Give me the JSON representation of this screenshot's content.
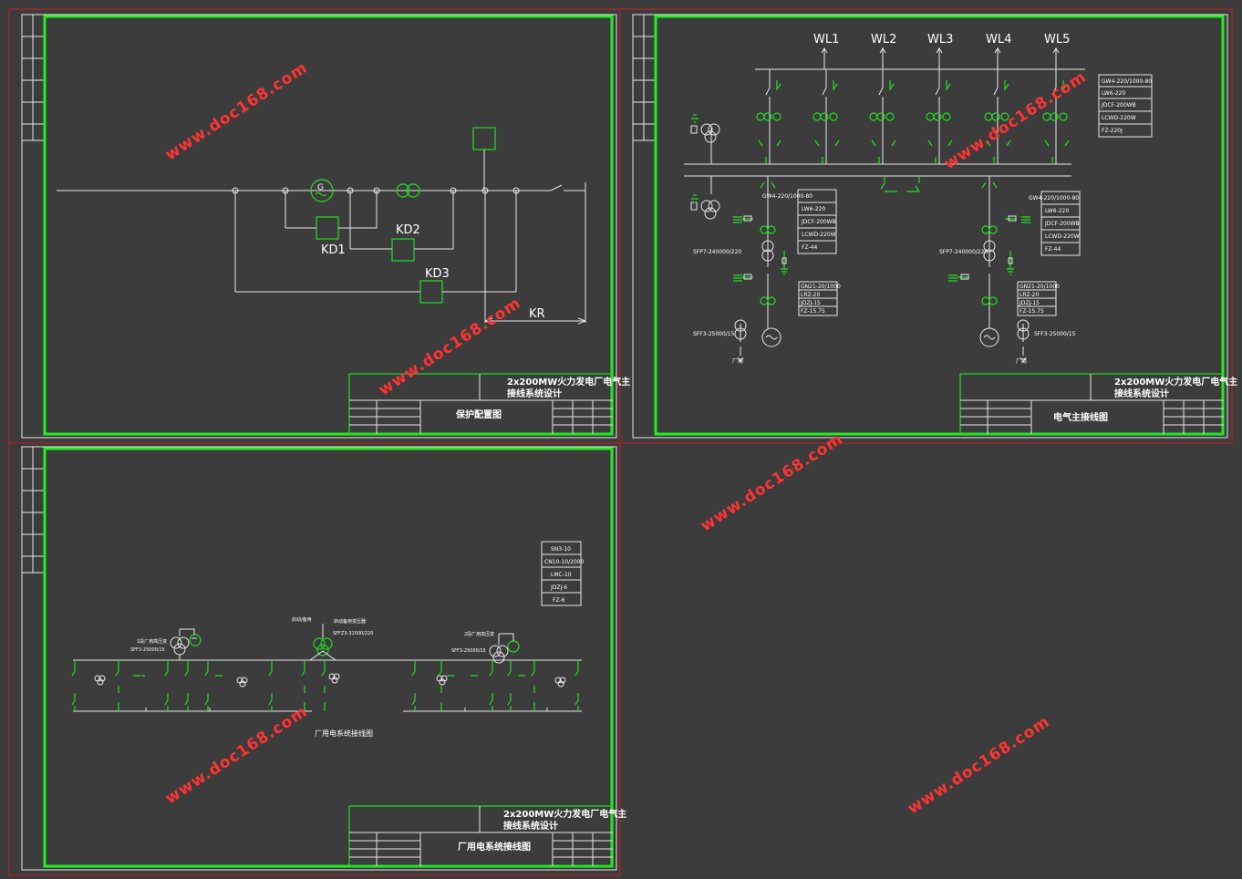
{
  "watermark": "www.doc168.com",
  "sheet1": {
    "labels": {
      "kd1": "KD1",
      "kd2": "KD2",
      "kd3": "KD3",
      "kr": "KR",
      "gen": "G"
    },
    "title_block": {
      "project": "2x200MW火力发电厂电气主",
      "project2": "接线系统设计",
      "drawing": "保护配置图"
    }
  },
  "sheet2": {
    "feeders": [
      "WL1",
      "WL2",
      "WL3",
      "WL4",
      "WL5"
    ],
    "equip_right": [
      "GW4-220/1000-80",
      "LW6-220",
      "JDCF-200WB",
      "LCWD-220W",
      "FZ-220J"
    ],
    "equip_mid_left": [
      "GW4-220/1000-80",
      "LW6-220",
      "JDCF-200WB",
      "LCWD-220W",
      "FZ-44"
    ],
    "equip_mid_right": [
      "GW4-220/1000-80",
      "LW6-220",
      "JDCF-200WB",
      "LCWD-220W",
      "FZ-44"
    ],
    "equip_low_left": [
      "GN21-20/1000",
      "LRZ-20",
      "JDZJ-15",
      "FZ-15.75"
    ],
    "equip_low_right": [
      "GN21-20/1000",
      "LRZ-20",
      "JDZJ-15",
      "FZ-15.75"
    ],
    "xfmr_main_left": "SFP7-240000/220",
    "xfmr_main_right": "SFP7-240000/220",
    "xfmr_aux_left": "SFF3-25000/15",
    "xfmr_aux_right": "SFF3-25000/15",
    "house_left": "厂用",
    "house_right": "厂用",
    "title_block": {
      "project": "2x200MW火力发电厂电气主",
      "project2": "接线系统设计",
      "drawing": "电气主接线图"
    }
  },
  "sheet3": {
    "equip": [
      "SN3-10",
      "CN10-10/2000",
      "LMC-10",
      "JDZJ-6",
      "FZ-6"
    ],
    "label_left": "1段厂用高压变",
    "xfmr_left": "SFF3-25000/15",
    "label_mid": "启动备用变压器",
    "label_mid2": "启动/备用",
    "xfmr_mid": "SFFZ3-31500/220",
    "label_right": "2段厂用高压变",
    "xfmr_right": "SFF3-25000/15",
    "diagram_title": "厂用电系统接线图",
    "title_block": {
      "project": "2x200MW火力发电厂电气主",
      "project2": "接线系统设计",
      "drawing": "厂用电系统接线图"
    }
  }
}
